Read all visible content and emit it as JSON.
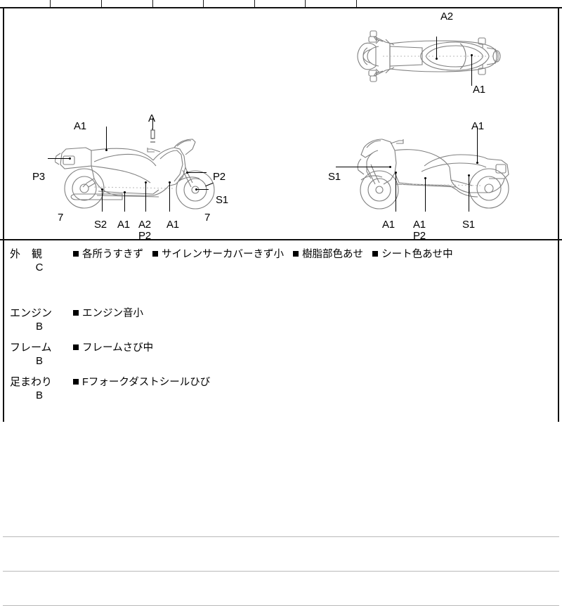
{
  "top_table": {
    "clipped": true,
    "columns": [
      "",
      "",
      "",
      "",
      "",
      "",
      "",
      ""
    ],
    "faint_text": ""
  },
  "diagrams": {
    "top_view": {
      "name": "scooter-top-view",
      "labels": [
        {
          "text": "A2",
          "position": "top-center"
        },
        {
          "text": "A1",
          "position": "bottom-right"
        }
      ]
    },
    "left_side_view": {
      "name": "scooter-left-side-view",
      "labels": [
        {
          "text": "A1",
          "position": "top-left"
        },
        {
          "text": "A",
          "position": "top-center"
        },
        {
          "text": "P3",
          "position": "left"
        },
        {
          "text": "P2",
          "position": "right"
        },
        {
          "text": "S1",
          "position": "right-lower"
        },
        {
          "text": "7",
          "position": "bottom-left"
        },
        {
          "text": "7",
          "position": "bottom-right"
        },
        {
          "text": "S2",
          "position": "bottom"
        },
        {
          "text": "A1",
          "position": "bottom"
        },
        {
          "text": "A2",
          "position": "bottom"
        },
        {
          "text": "P2",
          "position": "bottom-under-a2"
        },
        {
          "text": "A1",
          "position": "bottom-right-of-a2"
        }
      ]
    },
    "right_side_view": {
      "name": "scooter-right-side-view",
      "labels": [
        {
          "text": "A1",
          "position": "top-right"
        },
        {
          "text": "S1",
          "position": "left"
        },
        {
          "text": "A1",
          "position": "bottom-left"
        },
        {
          "text": "A1",
          "position": "bottom-center"
        },
        {
          "text": "P2",
          "position": "bottom-under-a1"
        },
        {
          "text": "S1",
          "position": "bottom-right"
        }
      ]
    }
  },
  "condition_table": {
    "rows": [
      {
        "category": "外　観",
        "grade": "C",
        "items": [
          "各所うすきず",
          "サイレンサーカバーきず小",
          "樹脂部色あせ",
          "シート色あせ中"
        ]
      },
      {
        "category": "エンジン",
        "grade": "B",
        "items": [
          "エンジン音小"
        ]
      },
      {
        "category": "フレーム",
        "grade": "B",
        "items": [
          "フレームさび中"
        ]
      },
      {
        "category": "足まわり",
        "grade": "B",
        "items": [
          "Fフォークダストシールひび"
        ]
      }
    ]
  },
  "colors": {
    "ink": "#000000",
    "rule": "#111111",
    "thin_rule": "#b9b9b9",
    "diagram_line": "#7d7d7d"
  }
}
